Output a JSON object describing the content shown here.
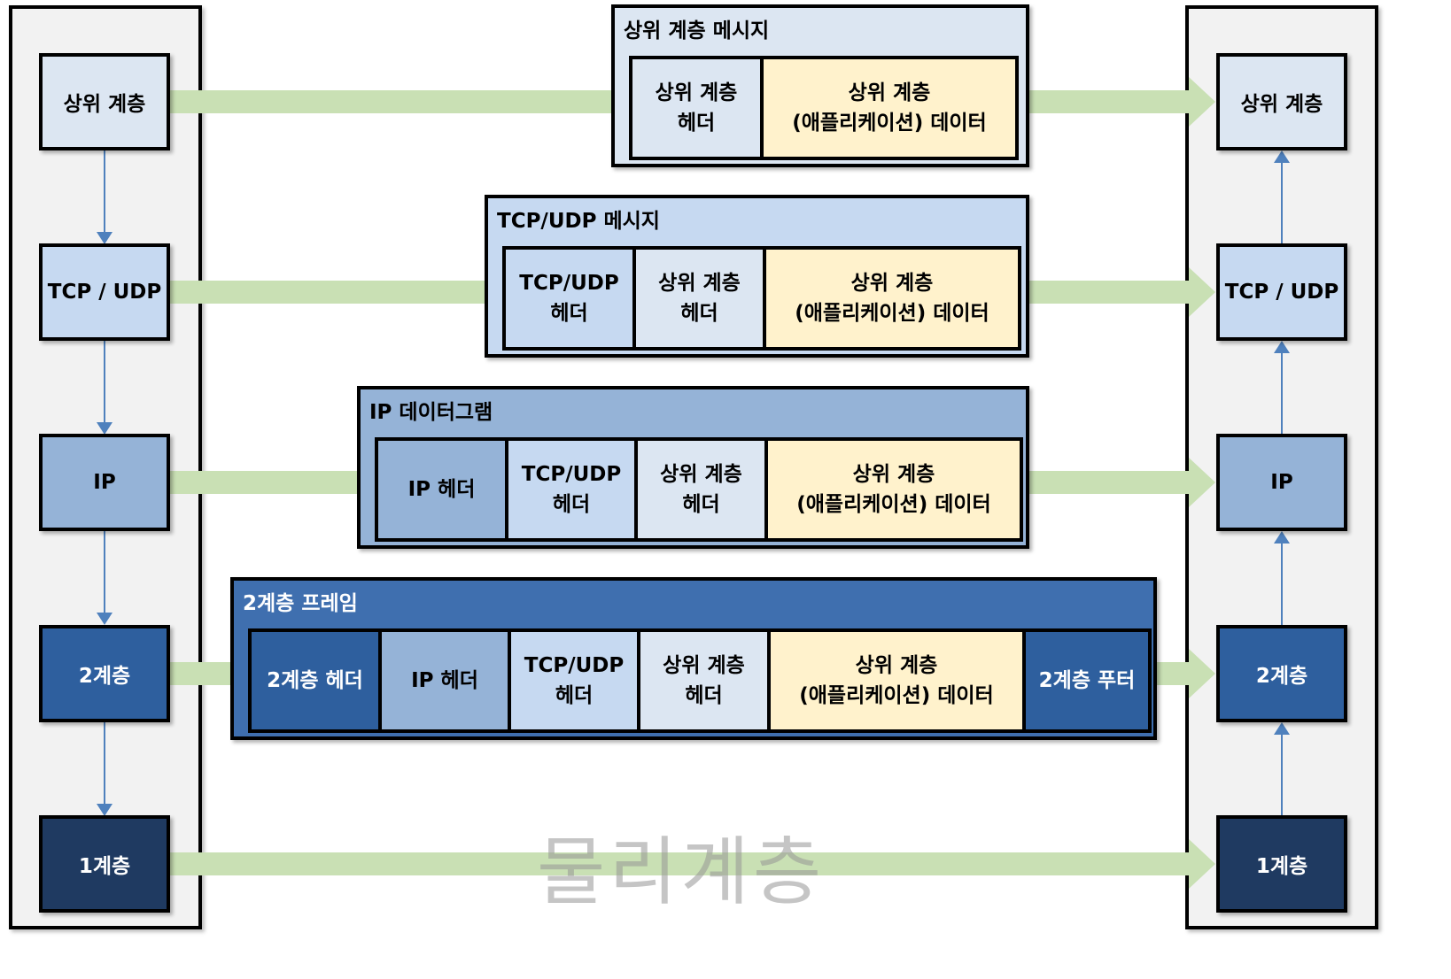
{
  "layers": {
    "upper": "상위 계층",
    "tcp": "TCP / UDP",
    "ip": "IP",
    "l2": "2계층",
    "l1": "1계층"
  },
  "messages": {
    "upper": {
      "title": "상위 계층 메시지",
      "cells": [
        "상위 계층\n헤더",
        "상위 계층\n(애플리케이션) 데이터"
      ]
    },
    "tcp": {
      "title": "TCP/UDP 메시지",
      "cells": [
        "TCP/UDP\n헤더",
        "상위 계층\n헤더",
        "상위 계층\n(애플리케이션) 데이터"
      ]
    },
    "ip": {
      "title": "IP 데이터그램",
      "cells": [
        "IP 헤더",
        "TCP/UDP\n헤더",
        "상위 계층\n헤더",
        "상위 계층\n(애플리케이션) 데이터"
      ]
    },
    "l2": {
      "title": "2계층 프레임",
      "cells": [
        "2계층 헤더",
        "IP 헤더",
        "TCP/UDP\n헤더",
        "상위 계층\n헤더",
        "상위 계층\n(애플리케이션) 데이터",
        "2계층 푸터"
      ]
    }
  },
  "physical_label": "물리계층",
  "colors": {
    "band": "#c9e0b4",
    "connector": "#4f81bd",
    "upper": "#dce6f2",
    "tcp": "#c6d9f1",
    "ip": "#95b3d7",
    "l2": "#2e5f9e",
    "l1": "#1f3a61",
    "app_data": "#fff2cc"
  }
}
